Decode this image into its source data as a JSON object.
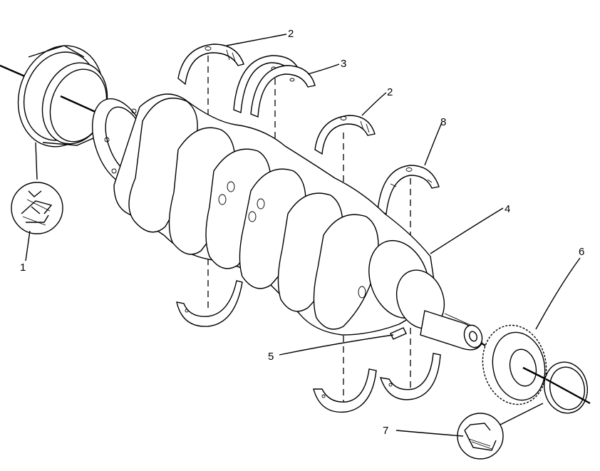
{
  "callouts": [
    {
      "id": "c1",
      "label": "1"
    },
    {
      "id": "c2a",
      "label": "2"
    },
    {
      "id": "c3",
      "label": "3"
    },
    {
      "id": "c2b",
      "label": "2"
    },
    {
      "id": "c8",
      "label": "8"
    },
    {
      "id": "c4",
      "label": "4"
    },
    {
      "id": "c6",
      "label": "6"
    },
    {
      "id": "c5",
      "label": "5"
    },
    {
      "id": "c7",
      "label": "7"
    }
  ]
}
